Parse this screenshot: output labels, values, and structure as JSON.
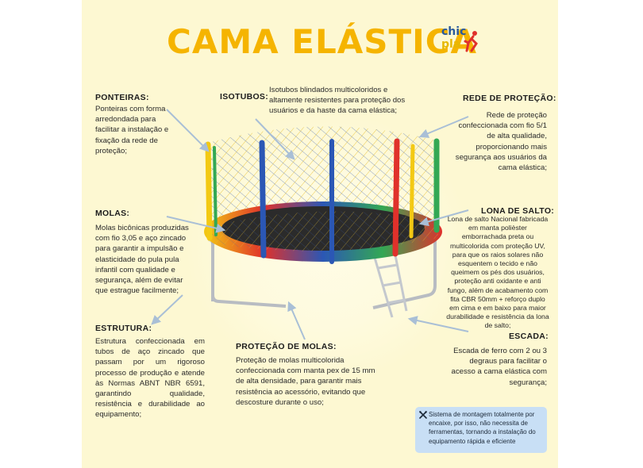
{
  "title": "CAMA ELÁSTICA",
  "logo": {
    "line1": "chic",
    "line2": "pla"
  },
  "sections": {
    "ponteiras": {
      "heading": "PONTEIRAS:",
      "text": "Ponteiras com forma arredondada para facilitar a instalação e fixação da rede de proteção;"
    },
    "isotubos": {
      "heading": "ISOTUBOS:",
      "text": "Isotubos blindados multicoloridos e altamente resistentes para proteção dos usuários e da haste da cama elástica;"
    },
    "rede": {
      "heading": "REDE DE PROTEÇÃO:",
      "text": "Rede de proteção confeccionada com fio 5/1 de alta qualidade, proporcionando mais segurança aos usuários da cama elástica;"
    },
    "molas": {
      "heading": "MOLAS:",
      "text": "Molas bicônicas produzidas com fio 3,05 e aço zincado para garantir a impulsão e elasticidade do pula pula infantil com qualidade e segurança, além de evitar que estrague facilmente;"
    },
    "lona": {
      "heading": "LONA DE SALTO:",
      "text": "Lona de salto Nacional fabricada em manta polièster emborrachada preta ou multicolorida com proteção UV, para que os raios solares não esquentem o tecido e não queimem os pés dos usuários, proteção anti oxidante e anti fungo, além de acabamento com fita CBR 50mm + reforço duplo em cima e em baixo para maior durabilidade e resistência da lona de salto;"
    },
    "estrutura": {
      "heading": "ESTRUTURA:",
      "text": "Estrutura confeccionada em tubos de aço zincado que passam por um rigoroso processo de produção e atende às Normas ABNT NBR 6591, garantindo qualidade, resistência e durabilidade ao equipamento;"
    },
    "protecao_molas": {
      "heading": "PROTEÇÃO DE MOLAS:",
      "text": "Proteção de molas multicolorida confeccionada com manta pex de 15 mm de alta densidade, para garantir mais resistência ao acessório, evitando que descosture durante o uso;"
    },
    "escada": {
      "heading": "ESCADA:",
      "text": "Escada de ferro com 2 ou 3 degraus para facilitar o acesso a cama elástica com segurança;"
    }
  },
  "note": {
    "icon": "tools-icon",
    "text": "Sistema de montagem totalmente por encaixe, por isso, não necessita de ferramentas, tornando a instalação do equipamento rápida e eficiente"
  },
  "colors": {
    "background": "#fdf8d2",
    "title": "#f5b400",
    "arrow": "#a9bfd6",
    "note_box": "#c8dff5",
    "pole_red": "#e0312b",
    "pole_yellow": "#f3c913",
    "pole_blue": "#2b57b5",
    "pole_green": "#33a854"
  }
}
